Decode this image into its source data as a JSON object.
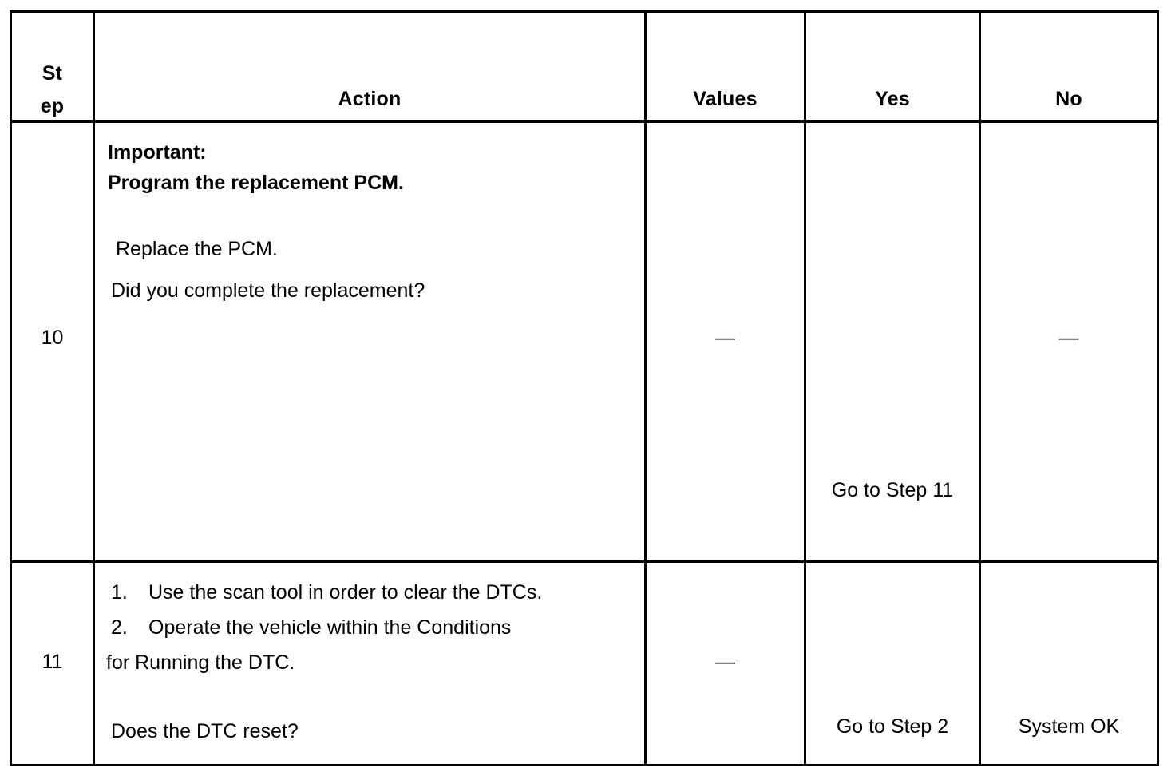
{
  "table": {
    "headers": {
      "step_line1": "St",
      "step_line2": "ep",
      "action": "Action",
      "values": "Values",
      "yes": "Yes",
      "no": "No"
    },
    "rows": [
      {
        "step": "10",
        "action": {
          "important_label": "Important:",
          "important_text": "Program the replacement PCM.",
          "instruction": "Replace the PCM.",
          "question": "Did you complete the replacement?"
        },
        "values": "—",
        "yes": "Go to Step 11",
        "no": "—"
      },
      {
        "step": "11",
        "action": {
          "item1_number": "1.",
          "item1_text": "Use the scan tool in order to clear the DTCs.",
          "item2_number": "2.",
          "item2_text": "Operate the vehicle within the Conditions",
          "item2_continuation": "for Running the DTC.",
          "question": "Does the DTC reset?"
        },
        "values": "—",
        "yes": "Go to Step 2",
        "no": "System OK"
      }
    ]
  },
  "colors": {
    "border": "#000000",
    "text": "#000000",
    "background": "#ffffff"
  }
}
